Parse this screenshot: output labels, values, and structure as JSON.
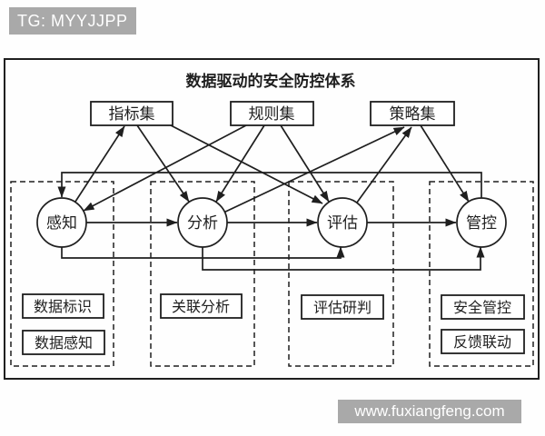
{
  "watermarks": {
    "telegram": "TG: MYYJJPP",
    "website": "www.fuxiangfeng.com"
  },
  "diagram": {
    "title": "数据驱动的安全防控体系",
    "resource_boxes": [
      "指标集",
      "规则集",
      "策略集"
    ],
    "stages": [
      "感知",
      "分析",
      "评估",
      "管控"
    ],
    "capability_groups": [
      {
        "labels": [
          "数据标识",
          "数据感知"
        ]
      },
      {
        "labels": [
          "关联分析"
        ]
      },
      {
        "labels": [
          "评估研判"
        ]
      },
      {
        "labels": [
          "安全管控",
          "反馈联动"
        ]
      }
    ],
    "edges": [
      {
        "from": "感知",
        "to": "指标集"
      },
      {
        "from": "指标集",
        "to": "分析"
      },
      {
        "from": "指标集",
        "to": "评估"
      },
      {
        "from": "规则集",
        "to": "感知"
      },
      {
        "from": "规则集",
        "to": "分析"
      },
      {
        "from": "规则集",
        "to": "评估"
      },
      {
        "from": "分析",
        "to": "策略集"
      },
      {
        "from": "评估",
        "to": "策略集"
      },
      {
        "from": "策略集",
        "to": "管控"
      },
      {
        "from": "感知",
        "to": "分析"
      },
      {
        "from": "分析",
        "to": "评估"
      },
      {
        "from": "评估",
        "to": "管控"
      },
      {
        "from": "感知",
        "to": "评估"
      },
      {
        "from": "分析",
        "to": "管控"
      },
      {
        "from": "管控",
        "to": "感知"
      }
    ]
  },
  "colors": {
    "line": "#1f1f1f",
    "watermark_bg": "#a9a9a9",
    "watermark_text": "#ffffff",
    "background": "#ffffff"
  }
}
